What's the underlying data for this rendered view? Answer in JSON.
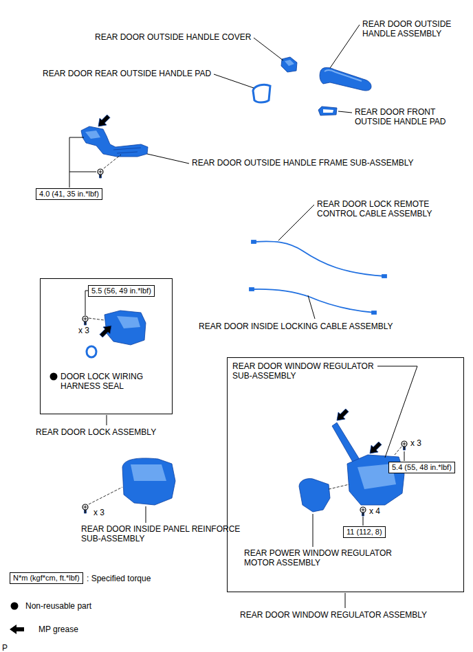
{
  "diagram": {
    "nodes": [
      {
        "text": [
          "4.0 (41, 35 in.*lbf)"
        ]
      },
      {
        "text": [
          "REAR DOOR LOCK ASSEMBLY"
        ]
      },
      {
        "text": [
          "5.5 (56, 49 in.*lbf)"
        ],
        "in": 1
      },
      {
        "text": [
          "REAR DOOR WINDOW REGULATOR ASSEMBLY"
        ]
      },
      {
        "text": [
          "5.4 (55, 48 in.*lbf)"
        ],
        "in": 3
      },
      {
        "text": [
          "11 (112, 8)"
        ],
        "in": 3
      },
      {
        "text": [
          "N*m (kgf*cm, ft.*lbf)"
        ]
      }
    ],
    "labels": [
      "REAR DOOR OUTSIDE HANDLE COVER",
      "REAR DOOR OUTSIDE HANDLE ASSEMBLY",
      "REAR DOOR REAR OUTSIDE HANDLE PAD",
      "REAR DOOR FRONT OUTSIDE HANDLE PAD",
      "REAR DOOR OUTSIDE HANDLE FRAME SUB-ASSEMBLY",
      "REAR DOOR LOCK REMOTE CONTROL CABLE ASSEMBLY",
      "x 3",
      "REAR DOOR INSIDE LOCKING CABLE ASSEMBLY",
      "DOOR LOCK WIRING HARNESS SEAL",
      "REAR DOOR WINDOW REGULATOR SUB-ASSEMBLY",
      "x 3",
      "x 4",
      "REAR POWER WINDOW REGULATOR MOTOR ASSEMBLY",
      "x 3",
      "REAR DOOR INSIDE PANEL REINFORCE SUB-ASSEMBLY",
      "P"
    ],
    "legend": [
      {
        "text": ": Specified torque"
      },
      {
        "text": "Non-reusable part"
      },
      {
        "text": "MP grease"
      }
    ]
  }
}
